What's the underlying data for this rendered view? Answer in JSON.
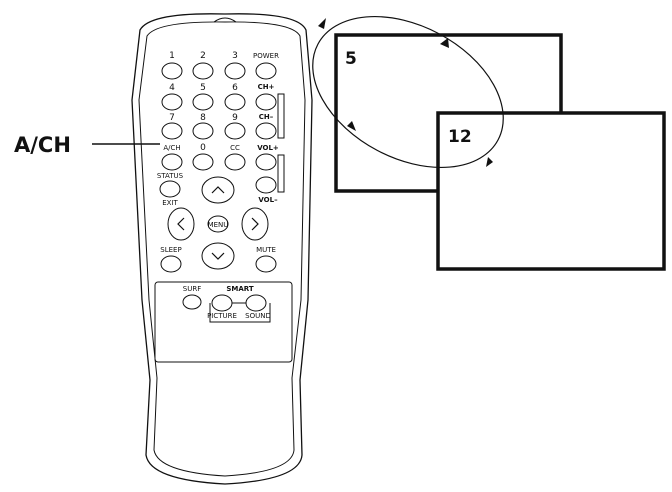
{
  "callout": {
    "label": "A/CH"
  },
  "remote": {
    "digits": [
      "1",
      "2",
      "3",
      "4",
      "5",
      "6",
      "7",
      "8",
      "9",
      "0"
    ],
    "power_label": "POWER",
    "ch_up_label": "CH+",
    "ch_down_label": "CH–",
    "ach_label": "A/CH",
    "cc_label": "CC",
    "vol_up_label": "VOL+",
    "vol_down_label": "VOL–",
    "status_label": "STATUS",
    "exit_label": "EXIT",
    "menu_label": "MENU",
    "sleep_label": "SLEEP",
    "mute_label": "MUTE",
    "surf_label": "SURF",
    "smart_label": "SMART",
    "picture_label": "PICTURE",
    "sound_label": "SOUND"
  },
  "screens": {
    "previous_channel": "5",
    "current_channel": "12"
  }
}
